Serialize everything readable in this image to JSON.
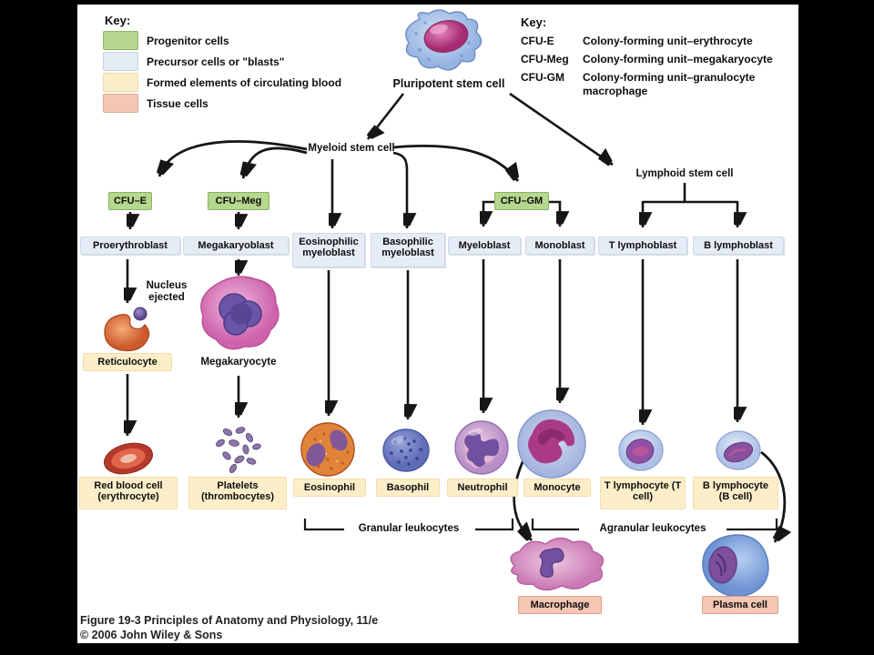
{
  "keys": {
    "left": {
      "title": "Key:",
      "items": [
        {
          "label": "Progenitor cells",
          "color": "#b5d78e"
        },
        {
          "label": "Precursor cells or \"blasts\"",
          "color": "#e4ebf5"
        },
        {
          "label": "Formed elements of circulating blood",
          "color": "#fdeec9"
        },
        {
          "label": "Tissue cells",
          "color": "#f4c6b3"
        }
      ]
    },
    "right": {
      "title": "Key:",
      "items": [
        {
          "abbr": "CFU-E",
          "meaning": "Colony-forming unit–erythrocyte"
        },
        {
          "abbr": "CFU-Meg",
          "meaning": "Colony-forming unit–megakaryocyte"
        },
        {
          "abbr": "CFU-GM",
          "meaning": "Colony-forming unit–granulocyte macrophage"
        }
      ]
    }
  },
  "nodes": {
    "pluripotent": "Pluripotent stem cell",
    "myeloid": "Myeloid stem cell",
    "lymphoid": "Lymphoid stem cell",
    "cfu_e": "CFU–E",
    "cfu_meg": "CFU–Meg",
    "cfu_gm": "CFU–GM",
    "proerythroblast": "Proerythroblast",
    "megakaryoblast": "Megakaryoblast",
    "eosinophilic_myeloblast": "Eosinophilic myeloblast",
    "basophilic_myeloblast": "Basophilic myeloblast",
    "myeloblast": "Myeloblast",
    "monoblast": "Monoblast",
    "t_lymphoblast": "T lymphoblast",
    "b_lymphoblast": "B lymphoblast",
    "nucleus_ejected": "Nucleus ejected",
    "reticulocyte": "Reticulocyte",
    "megakaryocyte": "Megakaryocyte",
    "red_blood_cell": "Red blood cell (erythrocyte)",
    "platelets": "Platelets (thrombocytes)",
    "eosinophil": "Eosinophil",
    "basophil": "Basophil",
    "neutrophil": "Neutrophil",
    "monocyte": "Monocyte",
    "t_lymphocyte": "T lymphocyte (T cell)",
    "b_lymphocyte": "B lymphocyte (B cell)",
    "macrophage": "Macrophage",
    "plasma_cell": "Plasma cell"
  },
  "groups": {
    "granular": "Granular leukocytes",
    "agranular": "Agranular leukocytes"
  },
  "caption": {
    "line1": "Figure 19-3  Principles of Anatomy and Physiology, 11/e",
    "line2": "© 2006 John Wiley & Sons"
  },
  "colors": {
    "progenitor_box": "#b5d78e",
    "precursor_box": "#e4ebf5",
    "formed_elements_box": "#fdeec9",
    "tissue_box": "#f4c6b3",
    "arrow": "#161616"
  }
}
